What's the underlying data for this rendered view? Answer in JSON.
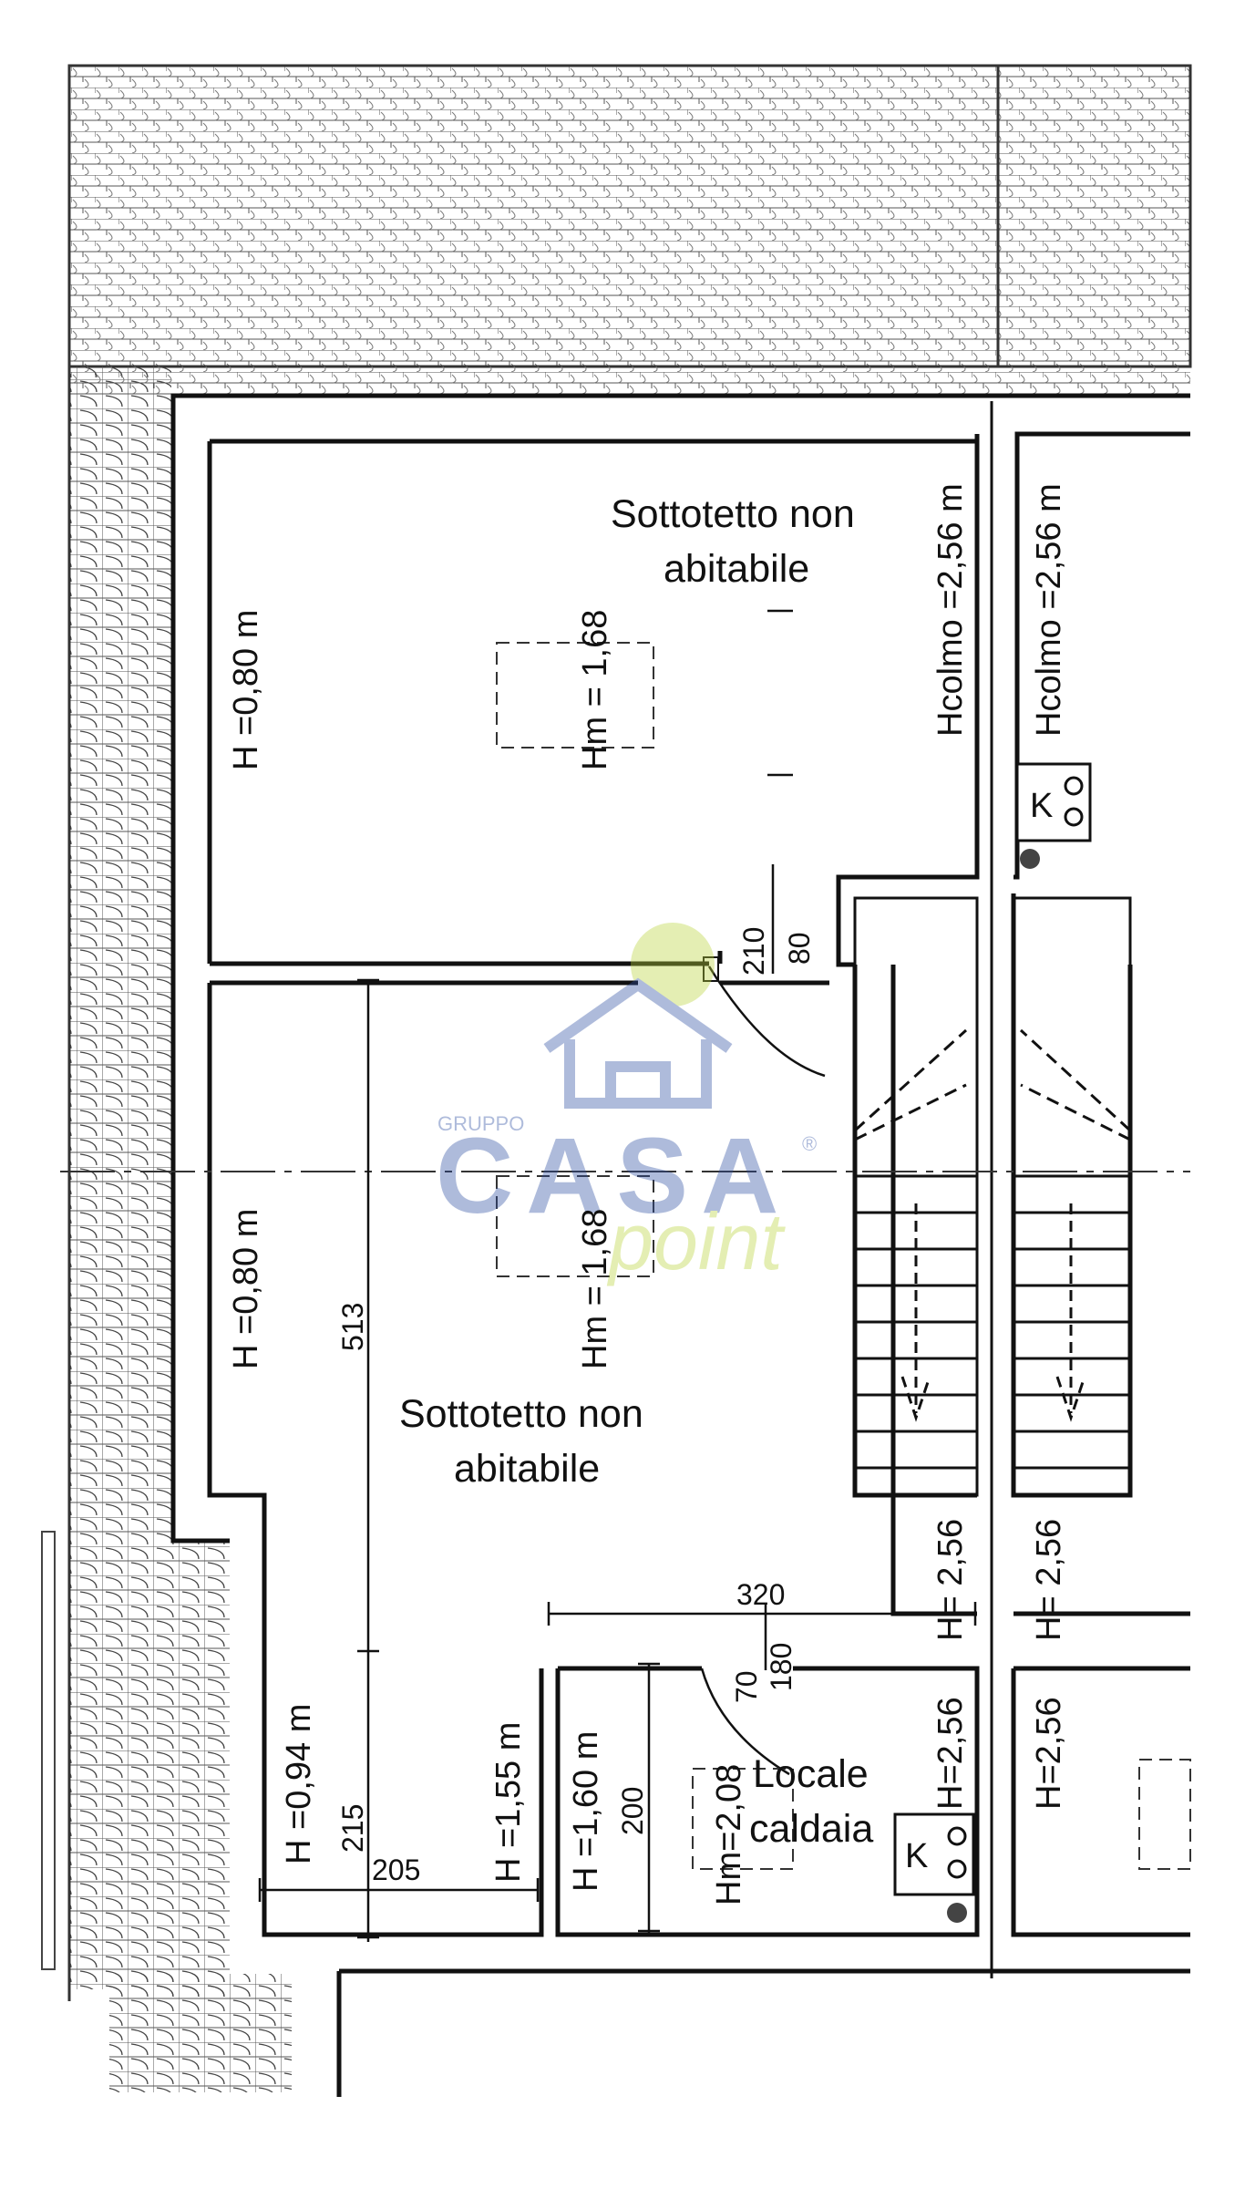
{
  "rooms": [
    {
      "name_line1": "Sottotetto non",
      "name_line2": "abitabile",
      "wall_height": "H =0,80 m",
      "mean_height": "Hm = 1,68"
    },
    {
      "name_line1": "Sottotetto non",
      "name_line2": "abitabile",
      "wall_height": "H =0,80 m",
      "mean_height": "Hm = 1,68"
    },
    {
      "name_line1": "Locale",
      "name_line2": "caldaia",
      "mean_height": "Hm=2,08"
    }
  ],
  "ridge_heights": [
    "Hcolmo =2,56 m",
    "Hcolmo =2,56 m"
  ],
  "heights": {
    "h094": "H =0,94 m",
    "h155": "H =1,55 m",
    "h160": "H =1,60 m",
    "h256a": "H= 2,56",
    "h256b": "H= 2,56",
    "h256c": "H=2,56",
    "h256d": "H=2,56"
  },
  "dimensions": {
    "d513": "513",
    "d215": "215",
    "d205": "205",
    "d320": "320",
    "d200": "200",
    "door1_h": "210",
    "door1_w": "80",
    "door2_w": "70",
    "door2_h": "180"
  },
  "symbols": {
    "boiler": "K"
  },
  "watermark": {
    "line1": "GRUPPO",
    "brand": "CASA",
    "sub": "point",
    "mark": "®"
  },
  "colors": {
    "line": "#111111",
    "watermark_blue": "#2e4fa3",
    "watermark_green": "#b9d43a"
  }
}
